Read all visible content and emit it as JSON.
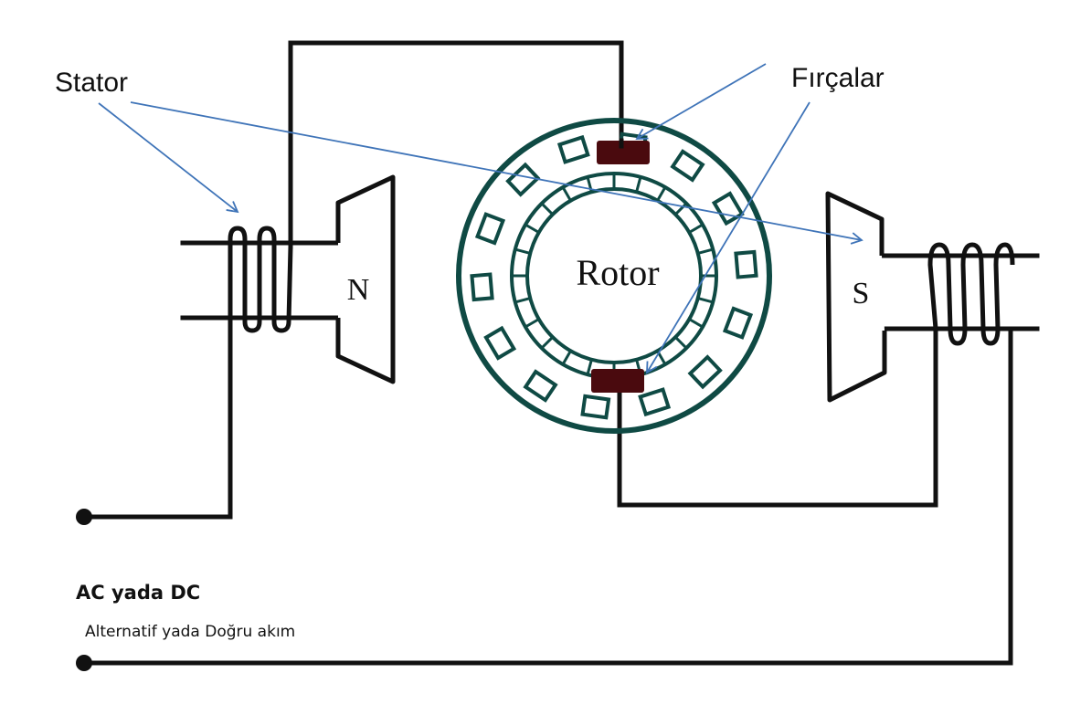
{
  "title": "Electric motor diagram (stator, rotor, brushes)",
  "labels": {
    "stator": "Stator",
    "brushes": "Fırçalar",
    "rotor": "Rotor",
    "north_pole": "N",
    "south_pole": "S",
    "supply": "AC yada DC",
    "supply_desc": "Alternatif yada Doğru akım"
  },
  "colors": {
    "wire": "#111111",
    "rotor_ring": "#0f4a44",
    "brush": "#4a0a0e",
    "annotation_arrow": "#3f74b8"
  },
  "components": [
    {
      "name": "stator",
      "parts": [
        "N pole with field coil",
        "S pole with field coil"
      ]
    },
    {
      "name": "rotor",
      "parts": [
        "armature with slots",
        "commutator"
      ]
    },
    {
      "name": "brushes",
      "count": 2
    },
    {
      "name": "power supply",
      "terminals": 2
    }
  ]
}
